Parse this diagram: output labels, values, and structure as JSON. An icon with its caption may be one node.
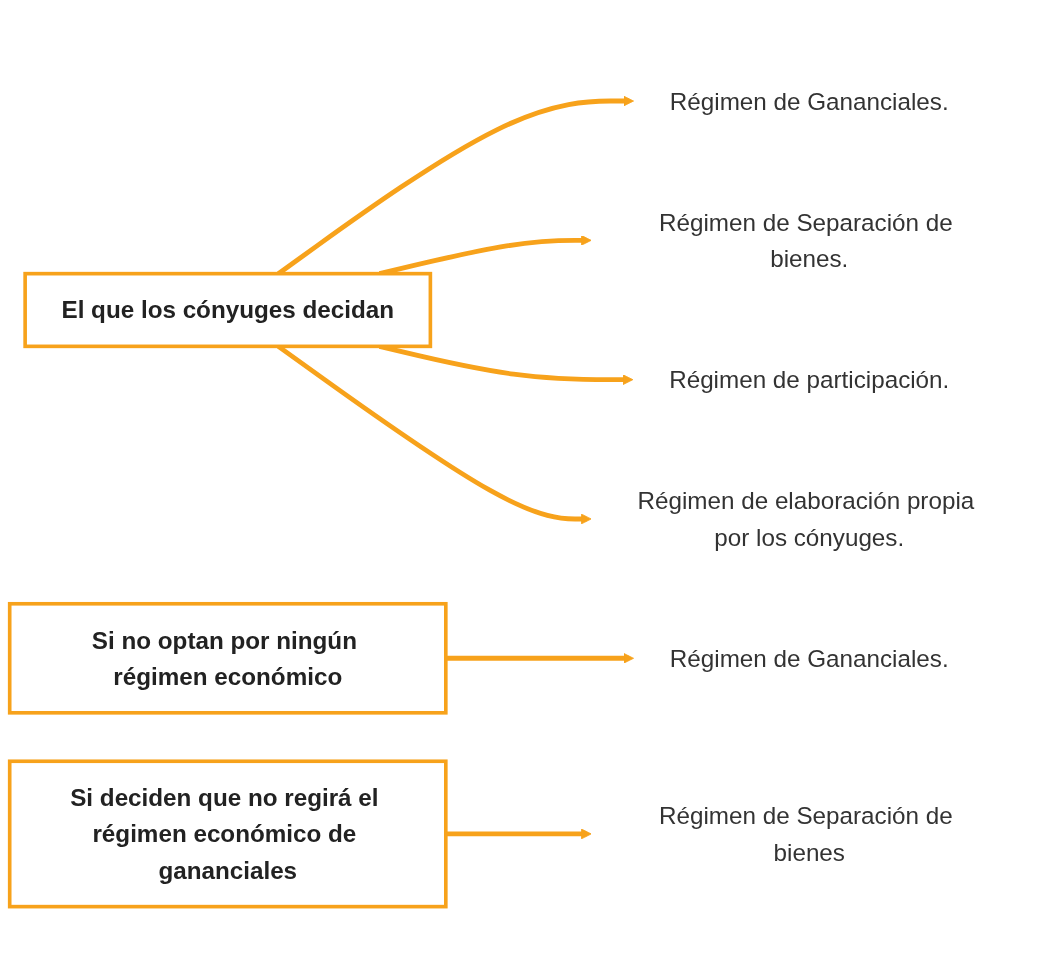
{
  "diagram": {
    "nodes": [
      {
        "text": [
          "El que los cónyuges decidan"
        ]
      },
      {
        "text": [
          "Régimen de Gananciales."
        ]
      },
      {
        "text": [
          "Régimen de Separación de bienes."
        ]
      },
      {
        "text": [
          "Régimen de participación."
        ]
      },
      {
        "text": [
          "Régimen de elaboración propia por los cónyuges."
        ]
      },
      {
        "text": [
          "Si no optan por ningún régimen económico"
        ]
      },
      {
        "text": [
          "Régimen de Gananciales."
        ]
      },
      {
        "text": [
          "Si deciden que no regirá el régimen económico de gananciales"
        ]
      },
      {
        "text": [
          "Régimen de Separación de bienes"
        ]
      }
    ],
    "edges": [
      {
        "from": 0,
        "to": 1,
        "arrow": "to"
      },
      {
        "from": 0,
        "to": 2,
        "arrow": "to"
      },
      {
        "from": 0,
        "to": 3,
        "arrow": "to"
      },
      {
        "from": 0,
        "to": 4,
        "arrow": "to"
      },
      {
        "from": 5,
        "to": 6,
        "arrow": "to"
      },
      {
        "from": 7,
        "to": 8,
        "arrow": "to"
      }
    ]
  }
}
